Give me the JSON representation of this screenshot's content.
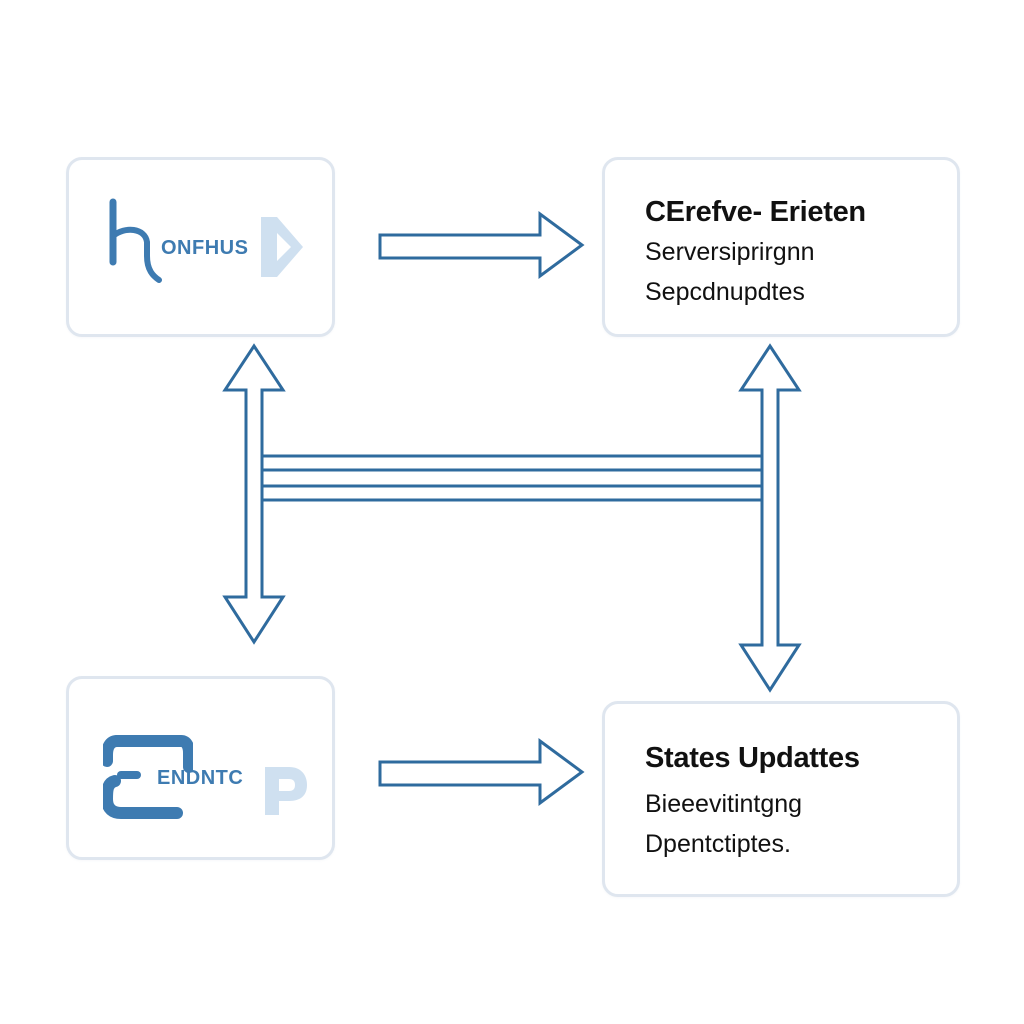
{
  "colors": {
    "arrow_stroke": "#2f6b9e",
    "box_border": "#dfe6ef",
    "logo_blue": "#3e7bb1",
    "logo_light": "#cfe0f0",
    "text": "#111111",
    "background": "#ffffff"
  },
  "nodes": {
    "top_left": {
      "logo_text": "ONFHUS",
      "icon": "h-letter-logo-icon"
    },
    "top_right": {
      "title": "CErefve- Erieten",
      "line1": "Serversiprirgnn",
      "line2": "Sepcdnupdtes"
    },
    "bottom_left": {
      "logo_text": "ENDNTC",
      "icon": "c-bracket-logo-icon"
    },
    "bottom_right": {
      "title": "States Updattes",
      "line1": "Bieeevitintgng",
      "line2": "Dpentctiptes."
    }
  },
  "edges": [
    {
      "from": "top_left",
      "to": "top_right",
      "style": "single-arrow"
    },
    {
      "from": "bottom_left",
      "to": "bottom_right",
      "style": "single-arrow"
    },
    {
      "from": "top_left",
      "to": "bottom_left",
      "style": "double-arrow"
    },
    {
      "from": "top_right",
      "to": "bottom_right",
      "style": "double-arrow"
    },
    {
      "from": "left_vertical",
      "to": "right_vertical",
      "style": "double-line-bridge"
    }
  ]
}
